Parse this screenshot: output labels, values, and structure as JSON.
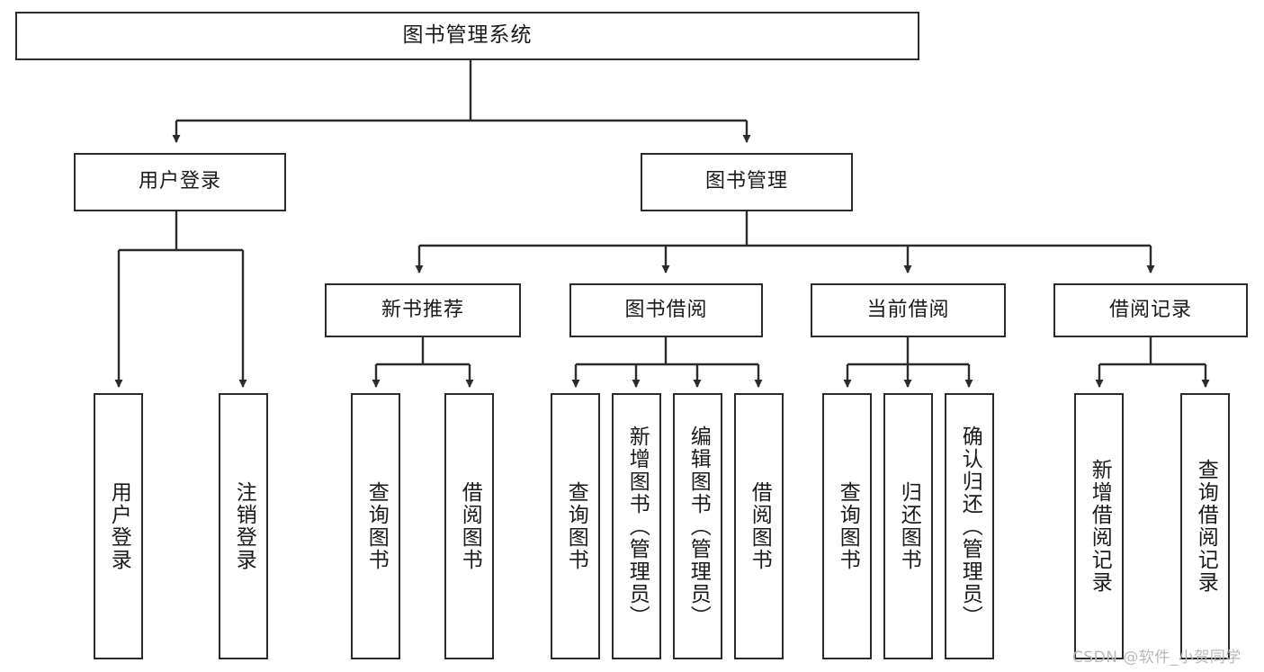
{
  "diagram": {
    "title": "图书管理系统",
    "watermark": "CSDN @软件_小贺同学",
    "colors": {
      "box_border": "#2b2b2b",
      "box_fill": "#ffffff",
      "connector": "#2b2b2b",
      "text": "#1a1a1a",
      "watermark": "#b9b9b9",
      "background": "#ffffff"
    },
    "levels": {
      "root": {
        "label": "图书管理系统"
      },
      "level2": [
        {
          "label": "用户登录"
        },
        {
          "label": "图书管理"
        }
      ],
      "level3": [
        {
          "label": "新书推荐"
        },
        {
          "label": "图书借阅"
        },
        {
          "label": "当前借阅"
        },
        {
          "label": "借阅记录"
        }
      ],
      "leaves": [
        {
          "label": "用户登录",
          "parent": "用户登录"
        },
        {
          "label": "注销登录",
          "parent": "用户登录"
        },
        {
          "label": "查询图书",
          "parent": "新书推荐"
        },
        {
          "label": "借阅图书",
          "parent": "新书推荐"
        },
        {
          "label": "查询图书",
          "parent": "图书借阅"
        },
        {
          "label": "新增图书（管理员）",
          "parent": "图书借阅"
        },
        {
          "label": "编辑图书（管理员）",
          "parent": "图书借阅"
        },
        {
          "label": "借阅图书",
          "parent": "图书借阅"
        },
        {
          "label": "查询图书",
          "parent": "当前借阅"
        },
        {
          "label": "归还图书",
          "parent": "当前借阅"
        },
        {
          "label": "确认归还（管理员）",
          "parent": "当前借阅"
        },
        {
          "label": "新增借阅记录",
          "parent": "借阅记录"
        },
        {
          "label": "查询借阅记录",
          "parent": "借阅记录"
        }
      ]
    }
  }
}
